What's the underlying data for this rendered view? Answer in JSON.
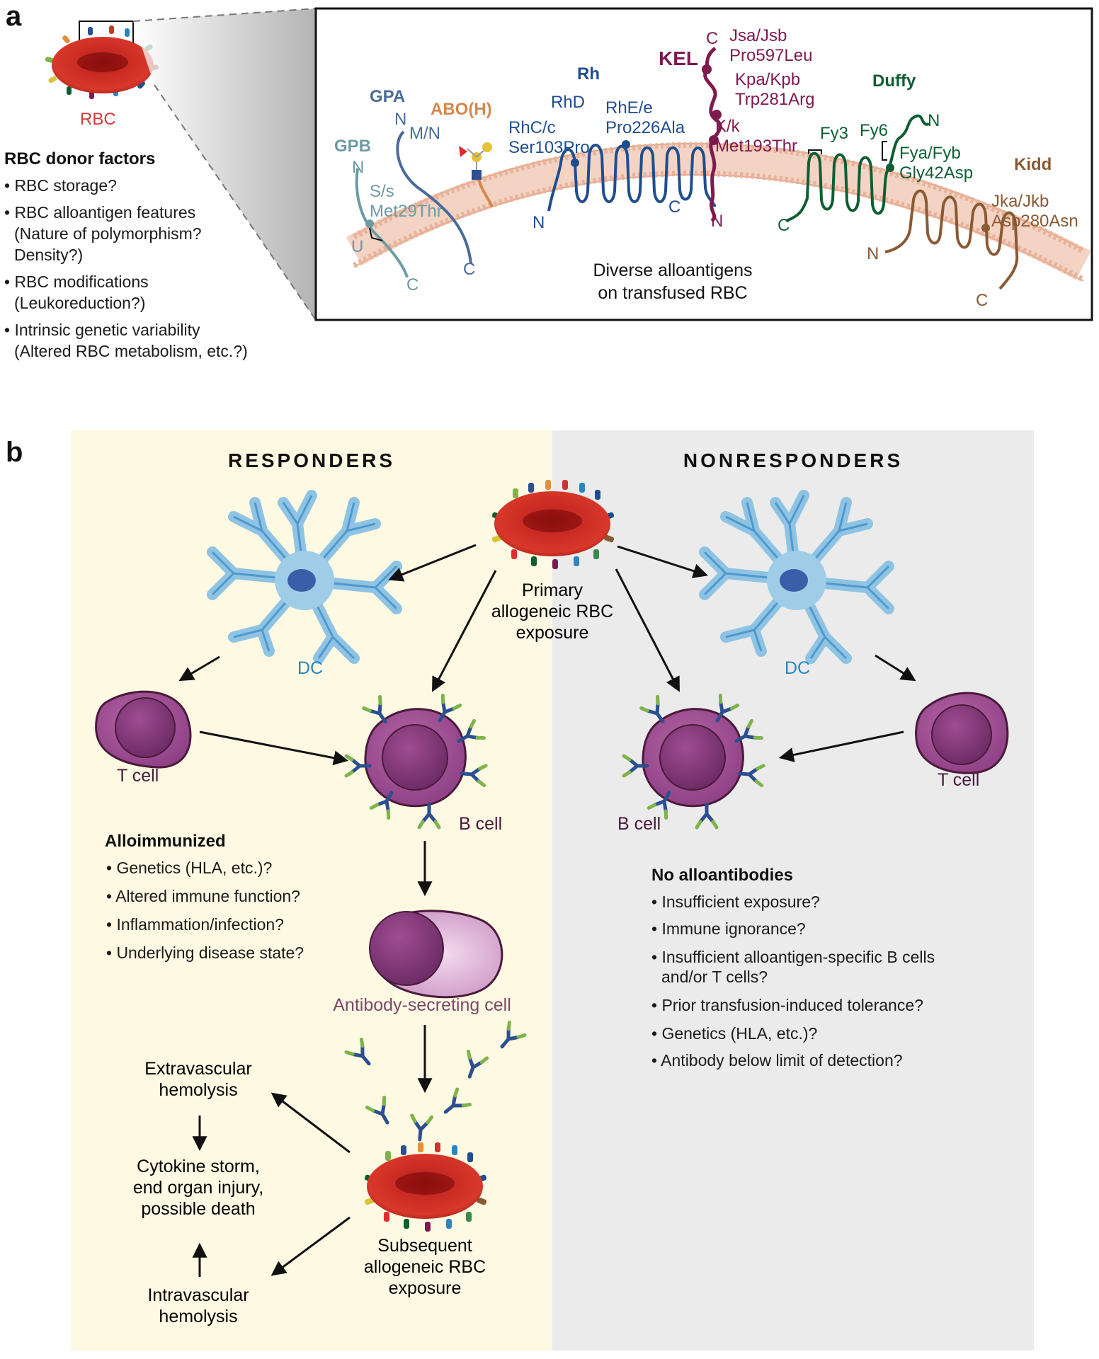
{
  "panel_a": {
    "letter": "a",
    "rbc_label": "RBC",
    "donor_factors_title": "RBC donor factors",
    "donor_factors": [
      "• RBC storage?",
      "• RBC alloantigen features",
      "(Nature of polymorphism?",
      "Density?)",
      "• RBC modifications",
      "(Leukoreduction?)",
      "• Intrinsic genetic variability",
      "(Altered RBC metabolism, etc.?)"
    ],
    "antigens": {
      "gpb": {
        "name": "GPB",
        "allele": "S/s",
        "variant": "Met29Thr",
        "n": "N",
        "c": "C",
        "u": "U"
      },
      "gpa": {
        "name": "GPA",
        "allele": "M/N",
        "n": "N",
        "c": "C"
      },
      "abo": {
        "name": "ABO(H)"
      },
      "rh": {
        "name": "Rh",
        "rhd": "RhD",
        "rhc_allele": "RhC/c",
        "rhc_variant": "Ser103Pro",
        "rhe_allele": "RhE/e",
        "rhe_variant": "Pro226Ala",
        "n": "N",
        "c": "C"
      },
      "kel": {
        "name": "KEL",
        "js": "Jsa/Jsb",
        "js_variant": "Pro597Leu",
        "kp": "Kpa/Kpb",
        "kp_variant": "Trp281Arg",
        "k": "K/k",
        "k_variant": "Met193Thr",
        "c": "C",
        "n": "N"
      },
      "duffy": {
        "name": "Duffy",
        "fy3": "Fy3",
        "fy6": "Fy6",
        "fy": "Fya/Fyb",
        "fy_variant": "Gly42Asp",
        "n": "N",
        "c": "C"
      },
      "kidd": {
        "name": "Kidd",
        "jk": "Jka/Jkb",
        "jk_variant": "Asp280Asn",
        "n": "N",
        "c": "C"
      }
    },
    "caption_line1": "Diverse alloantigens",
    "caption_line2": "on transfused RBC"
  },
  "panel_b": {
    "letter": "b",
    "responders_title": "RESPONDERS",
    "nonresponders_title": "NONRESPONDERS",
    "primary_line1": "Primary",
    "primary_line2": "allogeneic RBC",
    "primary_line3": "exposure",
    "dc_label": "DC",
    "t_cell_label": "T cell",
    "b_cell_label": "B cell",
    "asc_label": "Antibody-secreting cell",
    "alloimmunized_title": "Alloimmunized",
    "alloimmunized_items": [
      "• Genetics (HLA, etc.)?",
      "• Altered immune function?",
      "• Inflammation/infection?",
      "• Underlying disease state?"
    ],
    "no_allo_title": "No alloantibodies",
    "no_allo_items": [
      "• Insufficient exposure?",
      "• Immune ignorance?",
      "• Insufficient alloantigen-specific B cells",
      "and/or T cells?",
      "• Prior transfusion-induced tolerance?",
      "• Genetics (HLA, etc.)?",
      "• Antibody below limit of detection?"
    ],
    "extravascular_line1": "Extravascular",
    "extravascular_line2": "hemolysis",
    "cytokine_line1": "Cytokine storm,",
    "cytokine_line2": "end organ injury,",
    "cytokine_line3": "possible death",
    "intravascular_line1": "Intravascular",
    "intravascular_line2": "hemolysis",
    "subsequent_line1": "Subsequent",
    "subsequent_line2": "allogeneic RBC",
    "subsequent_line3": "exposure"
  },
  "colors": {
    "responders_bg": "#fdf9e3",
    "nonresponders_bg": "#ebebeb",
    "gpb": "#6e9ba3",
    "gpa": "#4a6b9a",
    "abo": "#d4874d",
    "rh": "#1f4e8f",
    "kel": "#7e1a4f",
    "duffy": "#0f5e33",
    "kidd": "#8a5a33",
    "dc": "#2a86bd",
    "cell_label": "#4a1a3a",
    "asc_label": "#7a4a6a",
    "rbc_label": "#d33a3a"
  }
}
